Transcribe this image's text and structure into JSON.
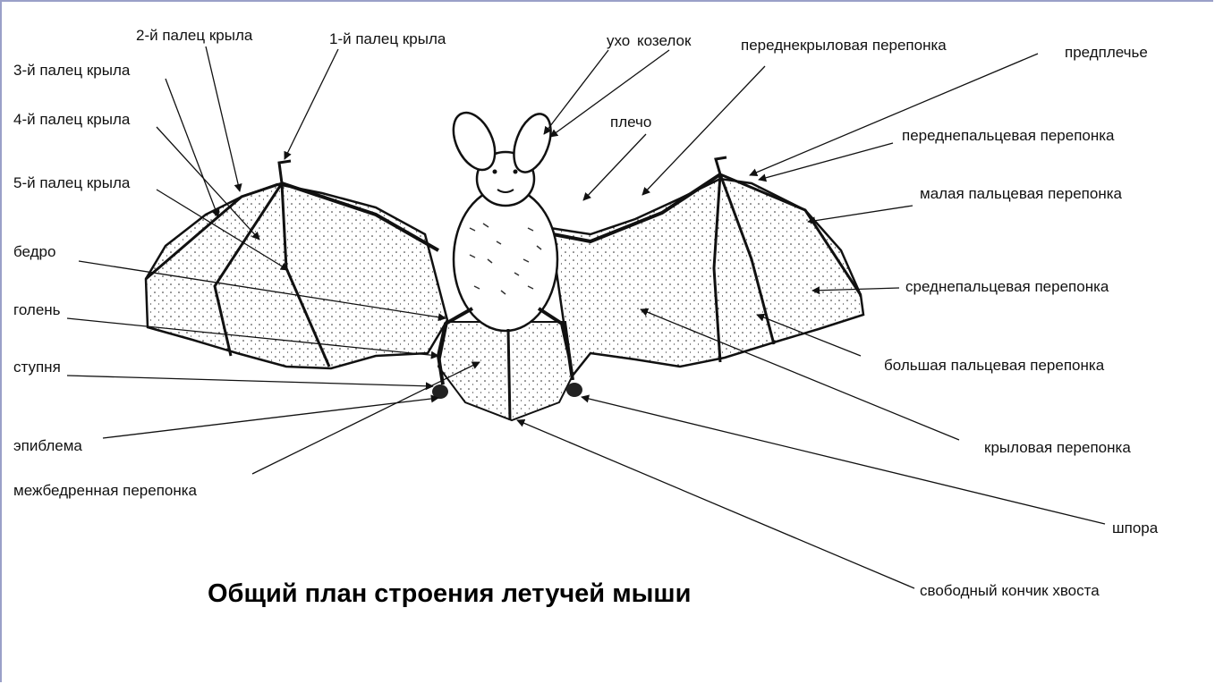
{
  "title": "Общий план строения летучей мыши",
  "labels": {
    "finger2": "2-й палец крыла",
    "finger1": "1-й палец крыла",
    "finger3": "3-й палец крыла",
    "finger4": "4-й палец крыла",
    "finger5": "5-й палец крыла",
    "thigh": "бедро",
    "shin": "голень",
    "foot": "ступня",
    "epiblema": "эпиблема",
    "interfemoral": "межбедренная перепонка",
    "ear": "ухо",
    "tragus": "козелок",
    "shoulder": "плечо",
    "propatagium": "переднекрыловая перепонка",
    "forearm": "предплечье",
    "predigital": "переднепальцевая перепонка",
    "small_digital": "малая пальцевая перепонка",
    "mid_digital": "среднепальцевая перепонка",
    "large_digital": "большая пальцевая перепонка",
    "wing_membrane": "крыловая перепонка",
    "calcar": "шпора",
    "tail_tip": "свободный кончик хвоста"
  }
}
